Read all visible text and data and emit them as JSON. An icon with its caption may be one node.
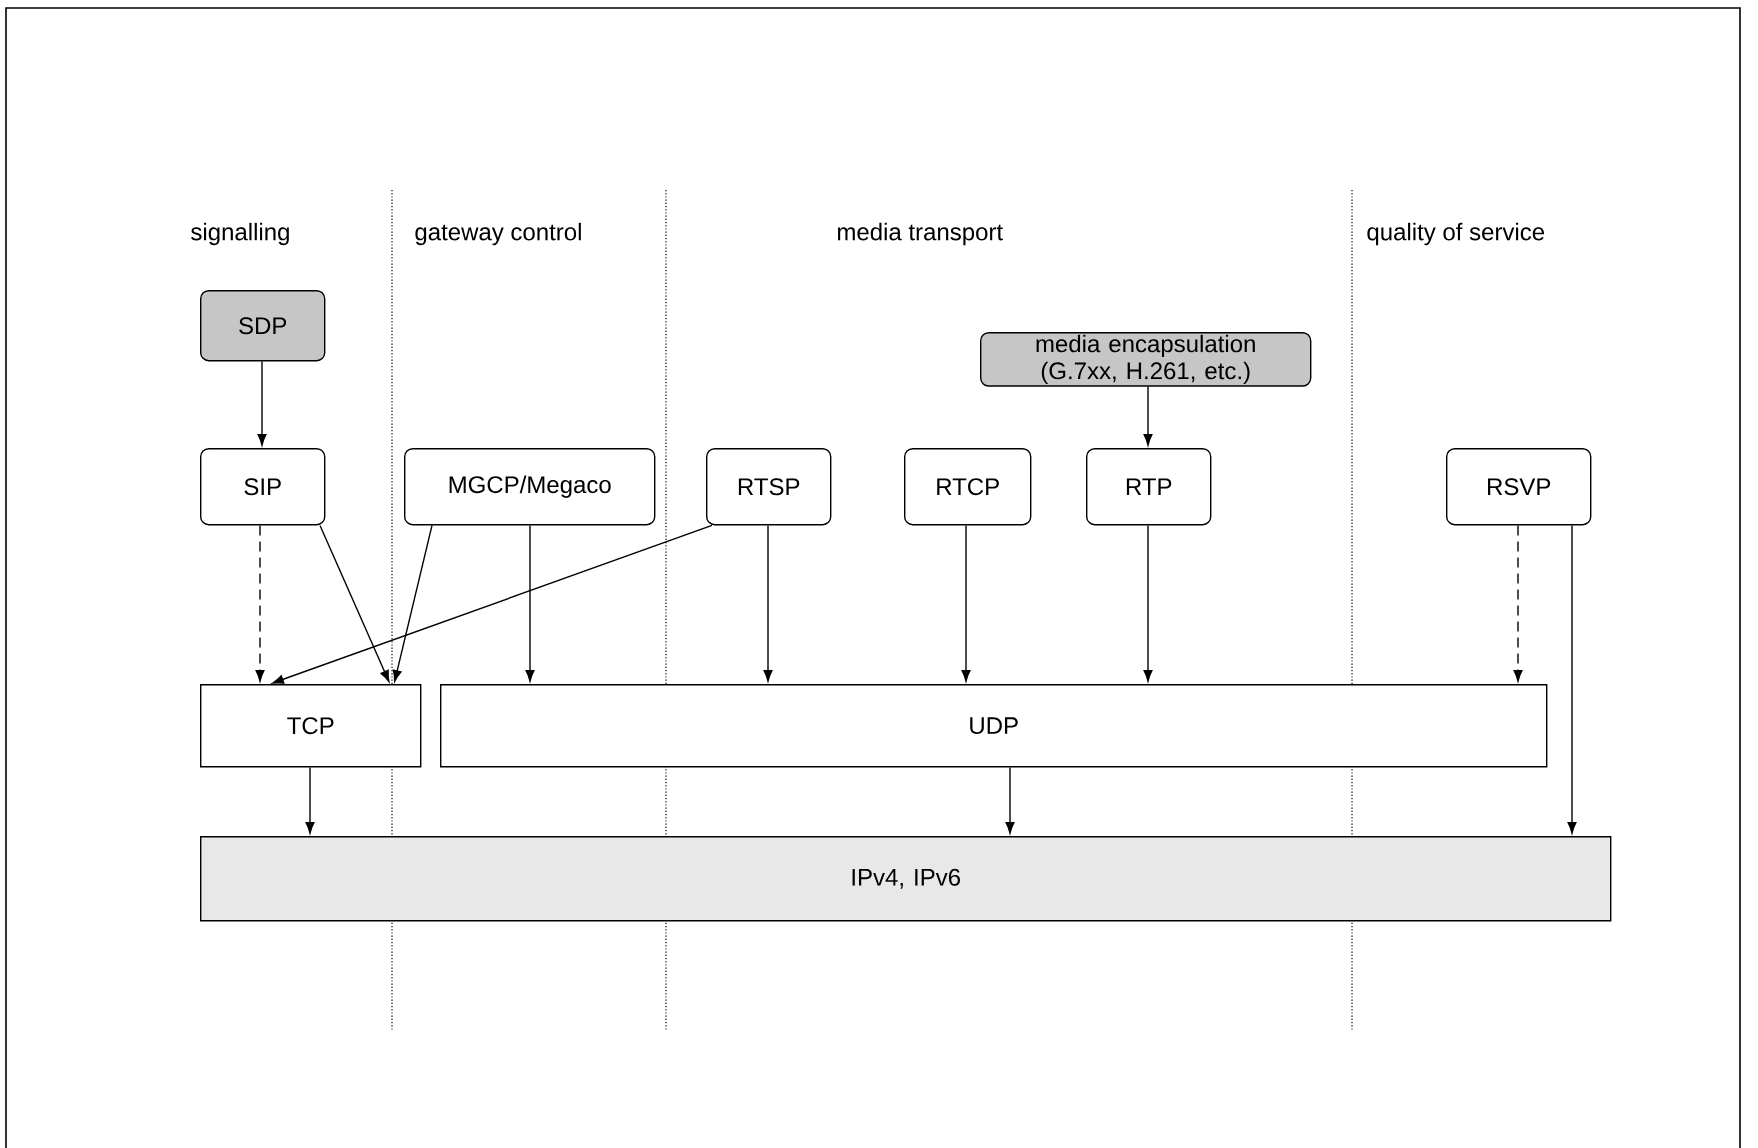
{
  "diagram": {
    "nodes": [
      {
        "text": [
          "SDP"
        ]
      },
      {
        "text": [
          "media encapsulation (G.7xx, H.261, etc.)"
        ]
      },
      {
        "text": [
          "SIP"
        ]
      },
      {
        "text": [
          "MGCP/Megaco"
        ]
      },
      {
        "text": [
          "RTSP"
        ]
      },
      {
        "text": [
          "RTCP"
        ]
      },
      {
        "text": [
          "RTP"
        ]
      },
      {
        "text": [
          "RSVP"
        ]
      },
      {
        "text": [
          "TCP"
        ]
      },
      {
        "text": [
          "UDP"
        ]
      },
      {
        "text": [
          "IPv4, IPv6"
        ]
      }
    ],
    "edges": [
      {
        "from": 0,
        "to": 2,
        "arrow": "to"
      },
      {
        "from": 1,
        "to": 6,
        "arrow": "to"
      },
      {
        "from": 2,
        "to": 8,
        "arrow": "to",
        "style": "dashed"
      },
      {
        "from": 2,
        "to": 8,
        "arrow": "to"
      },
      {
        "from": 3,
        "to": 8,
        "arrow": "to"
      },
      {
        "from": 4,
        "to": 8,
        "arrow": "to"
      },
      {
        "from": 3,
        "to": 9,
        "arrow": "to"
      },
      {
        "from": 4,
        "to": 9,
        "arrow": "to"
      },
      {
        "from": 5,
        "to": 9,
        "arrow": "to"
      },
      {
        "from": 6,
        "to": 9,
        "arrow": "to"
      },
      {
        "from": 7,
        "to": 9,
        "arrow": "to",
        "style": "dashed"
      },
      {
        "from": 7,
        "to": 10,
        "arrow": "to"
      },
      {
        "from": 8,
        "to": 10,
        "arrow": "to"
      },
      {
        "from": 9,
        "to": 10,
        "arrow": "to"
      }
    ],
    "labels": [
      "signalling",
      "gateway control",
      "media transport",
      "quality of service"
    ]
  }
}
